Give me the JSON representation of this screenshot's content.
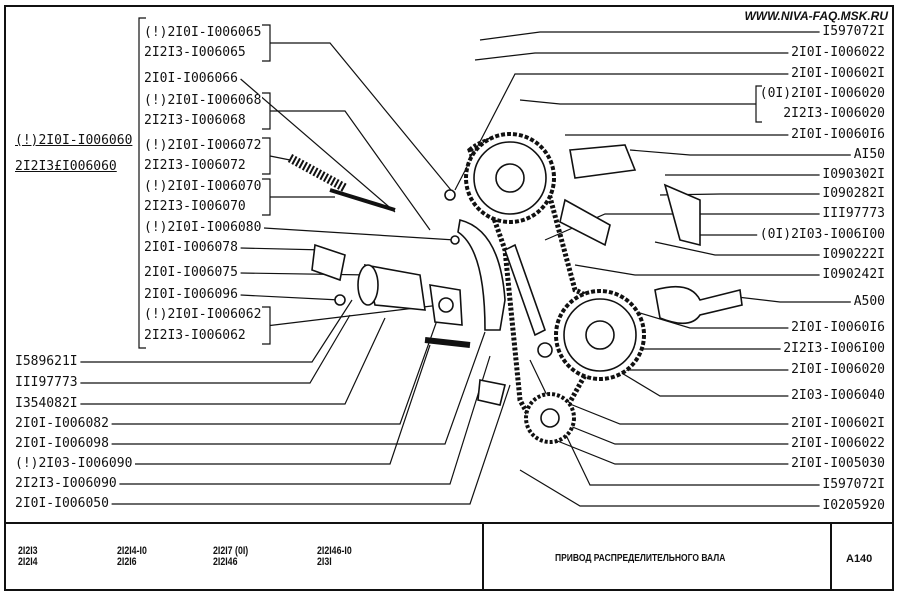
{
  "website": "WWW.NIVA-FAQ.MSK.RU",
  "assembly_labels": [
    "(!)2I0I-I006060",
    "2I2I3£I006060"
  ],
  "left_column": [
    "(!)2I0I-I006065",
    "2I2I3-I006065",
    "2I0I-I006066",
    "(!)2I0I-I006068",
    "2I2I3-I006068",
    "(!)2I0I-I006072",
    "2I2I3-I006072",
    "(!)2I0I-I006070",
    "2I2I3-I006070",
    "(!)2I0I-I006080",
    "2I0I-I006078",
    "2I0I-I006075",
    "2I0I-I006096",
    "(!)2I0I-I006062",
    "2I2I3-I006062"
  ],
  "lower_left": [
    "I589621I",
    "III97773",
    "I354082I",
    "2I0I-I006082",
    "2I0I-I006098",
    "(!)2I03-I006090",
    "2I2I3-I006090",
    "2I0I-I006050"
  ],
  "right_column": [
    "I597072I",
    "2I0I-I006022",
    "2I0I-I00602I",
    "(0I)2I0I-I006020",
    "2I2I3-I006020",
    "2I0I-I0060I6",
    "AI50",
    "I090302I",
    "I090282I",
    "III97773",
    "(0I)2I03-I006I00",
    "I090222I",
    "I090242I",
    "A500",
    "2I0I-I0060I6",
    "2I2I3-I006I00",
    "2I0I-I006020",
    "2I03-I006040",
    "2I0I-I00602I",
    "2I0I-I006022",
    "2I0I-I005030",
    "I597072I",
    "I0205920"
  ],
  "footer": {
    "models": [
      [
        "2I2I3",
        "2I2I4"
      ],
      [
        "2I2I4-I0",
        "2I2I6"
      ],
      [
        "2I2I7 (0I)",
        "2I2I46"
      ],
      [
        "2I2I46-I0",
        "2I3I"
      ]
    ],
    "title": "ПРИВОД РАСПРЕДЕЛИТЕЛЬНОГО ВАЛА",
    "code": "A140"
  }
}
